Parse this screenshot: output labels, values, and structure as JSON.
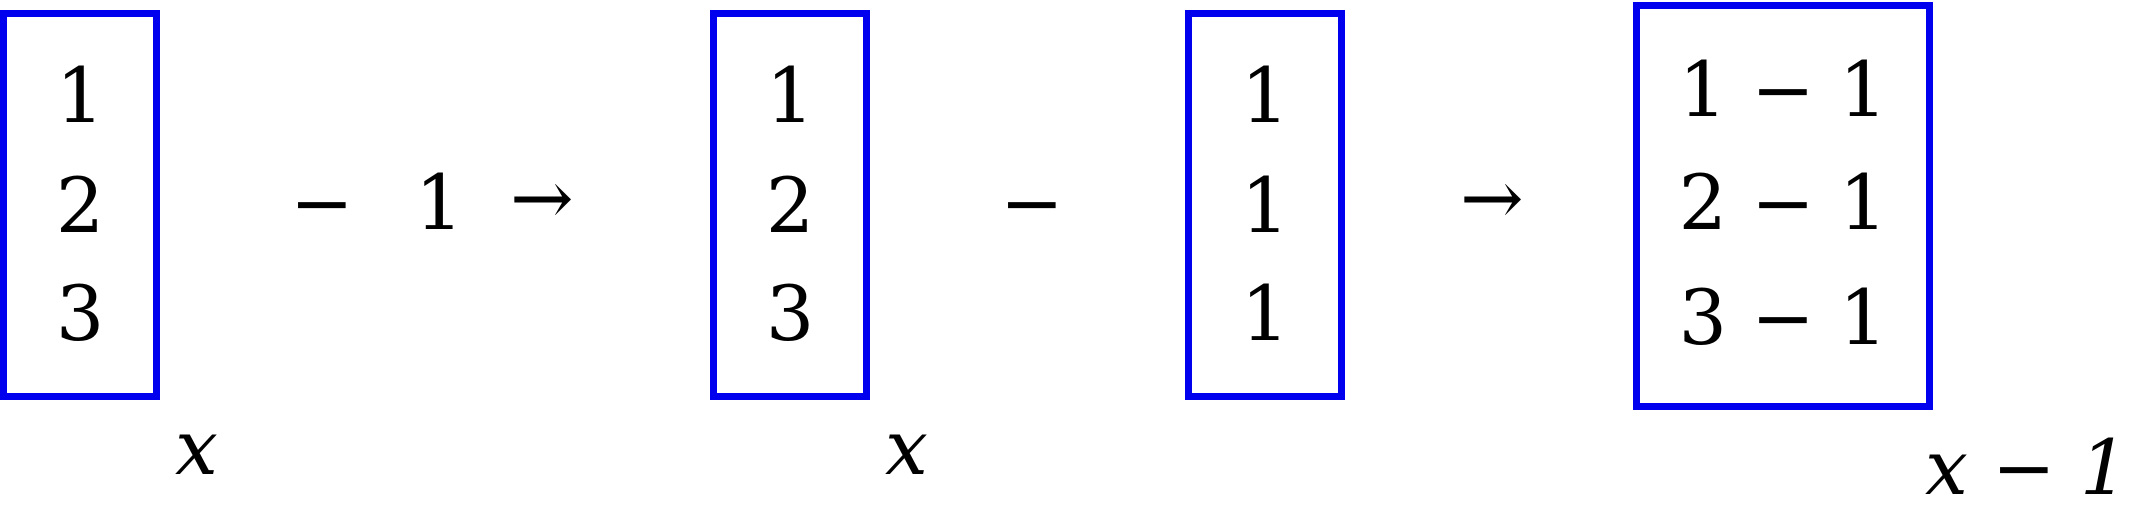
{
  "diagram": {
    "vector_x": [
      "1",
      "2",
      "3"
    ],
    "label_x": "x",
    "minus": "−",
    "scalar": "1",
    "arrow": "→",
    "vector_ones": [
      "1",
      "1",
      "1"
    ],
    "result": [
      "1 − 1",
      "2 − 1",
      "3 − 1"
    ],
    "label_result": "x − 1"
  },
  "colors": {
    "box_border": "#0000ee",
    "text": "#000000"
  }
}
